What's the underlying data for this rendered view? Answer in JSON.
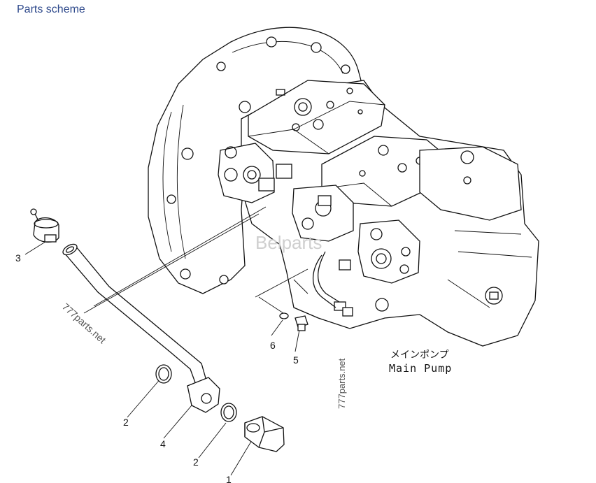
{
  "header": {
    "title": "Parts scheme"
  },
  "diagram": {
    "callouts": [
      "1",
      "2",
      "2",
      "3",
      "4",
      "5",
      "6"
    ],
    "label_japanese": "メインポンプ",
    "label_english": "Main Pump",
    "watermarks": [
      "777parts.net",
      "777parts.net",
      "Belparts"
    ]
  }
}
